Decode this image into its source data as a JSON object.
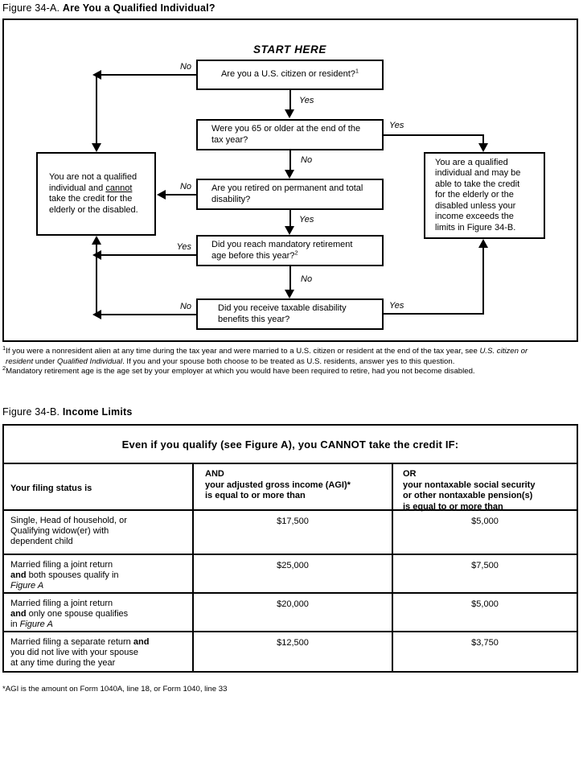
{
  "colors": {
    "ink": "#000000",
    "paper": "#ffffff"
  },
  "figure_a": {
    "title_prefix": "Figure 34-A.",
    "title": "Are You a Qualified Individual?",
    "start_here": "START HERE",
    "labels": {
      "yes": "Yes",
      "no": "No"
    },
    "boxes": {
      "citizen_question": [
        {
          "t": "Are you a U.S. citizen or resident?"
        },
        {
          "t": "1",
          "s": 1
        }
      ],
      "age_question": [
        {
          "t": "Were you 65 or older at the end of the\ntax year?"
        }
      ],
      "disability_question": [
        {
          "t": "Are you retired on permanent and total\ndisability?"
        }
      ],
      "retirement_age_question": [
        {
          "t": "Did you reach mandatory retirement\nage before this year?"
        },
        {
          "t": "2",
          "s": 1
        }
      ],
      "benefits_question": [
        {
          "t": "Did you receive taxable disability\nbenefits this year?"
        }
      ],
      "not_qualified": [
        {
          "t": "You are not a qualified\nindividual and "
        },
        {
          "t": "cannot",
          "u": 1
        },
        {
          "t": "\ntake the credit for the\nelderly or the disabled."
        }
      ],
      "qualified": [
        {
          "t": "You are a qualified\nindividual and may be\nable to take the credit\nfor the elderly or the\ndisabled unless your\nincome exceeds the\nlimits in Figure 34-B."
        }
      ]
    },
    "footnotes": [
      [
        {
          "t": "1",
          "s": 1
        },
        {
          "t": "If you were a nonresident alien at any time during the tax year and were married to a U.S. citizen or resident at the end of the tax year, see "
        },
        {
          "t": "U.S. citizen or",
          "i": 1
        }
      ],
      [
        {
          "t": "resident",
          "i": 1
        },
        {
          "t": " under "
        },
        {
          "t": "Qualified Individual",
          "i": 1
        },
        {
          "t": ". If you and your spouse both choose to be treated as U.S. residents, answer yes to this question."
        }
      ],
      [
        {
          "t": "2",
          "s": 1
        },
        {
          "t": "Mandatory retirement age is the age set by your employer at which you would have been required to retire, had you not become disabled."
        }
      ]
    ]
  },
  "figure_b": {
    "title_prefix": "Figure 34-B.",
    "title": "Income Limits",
    "banner": "Even if you qualify (see Figure A), you CANNOT take the credit IF:",
    "headers": {
      "filing_status": "Your filing status is",
      "agi": [
        "AND",
        "your adjusted gross income (AGI)*",
        "is equal to or more than"
      ],
      "pension": [
        "OR",
        "your nontaxable social security",
        "or other nontaxable pension(s)",
        "is equal to or more than"
      ]
    },
    "rows": [
      {
        "status": [
          [
            {
              "t": "Single, Head of household, or"
            }
          ],
          [
            {
              "t": "Qualifying widow(er) with"
            }
          ],
          [
            {
              "t": "dependent child"
            }
          ]
        ],
        "agi": "$17,500",
        "pension": "$5,000"
      },
      {
        "status": [
          [
            {
              "t": "Married filing a joint return"
            }
          ],
          [
            {
              "t": "and",
              "b": 1
            },
            {
              "t": " both spouses qualify in"
            }
          ],
          [
            {
              "t": "Figure A",
              "i": 1
            }
          ]
        ],
        "agi": "$25,000",
        "pension": "$7,500"
      },
      {
        "status": [
          [
            {
              "t": "Married filing a joint return"
            }
          ],
          [
            {
              "t": "and",
              "b": 1
            },
            {
              "t": " only one spouse qualifies"
            }
          ],
          [
            {
              "t": "in "
            },
            {
              "t": "Figure A",
              "i": 1
            }
          ]
        ],
        "agi": "$20,000",
        "pension": "$5,000"
      },
      {
        "status": [
          [
            {
              "t": "Married filing a separate return "
            },
            {
              "t": "and",
              "b": 1
            }
          ],
          [
            {
              "t": "you did not live with your spouse"
            }
          ],
          [
            {
              "t": "at any time during the year"
            }
          ]
        ],
        "agi": "$12,500",
        "pension": "$3,750"
      }
    ],
    "footnote": "*AGI is the amount on Form 1040A, line 18, or Form 1040, line 33"
  }
}
